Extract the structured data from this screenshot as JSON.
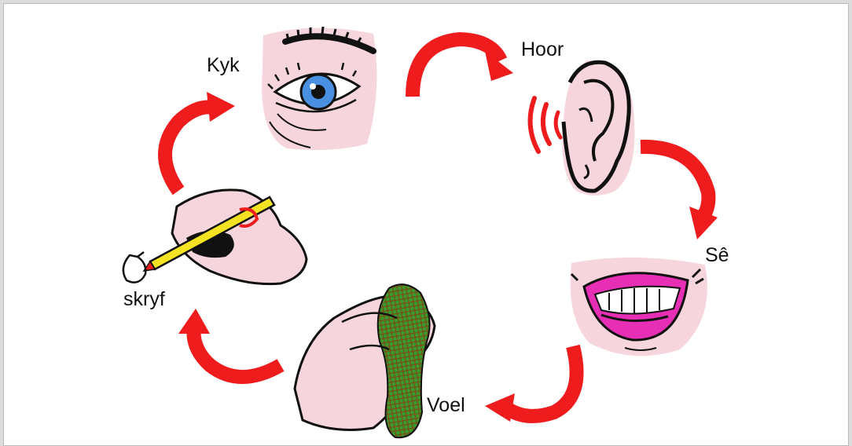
{
  "diagram": {
    "labels": {
      "kyk": "Kyk",
      "hoor": "Hoor",
      "se": "Sê",
      "voel": "Voel",
      "skryf": "skryf"
    },
    "colors": {
      "arrow": "#ee1c1c",
      "skin": "#f6d6dc",
      "iris": "#4a90e2",
      "lips": "#e62fb4",
      "cloth": "#3a9a2a",
      "pencil": "#f4e322",
      "outline": "#111111"
    },
    "steps": [
      {
        "id": "kyk",
        "icon": "eye-icon"
      },
      {
        "id": "hoor",
        "icon": "ear-icon"
      },
      {
        "id": "se",
        "icon": "mouth-icon"
      },
      {
        "id": "voel",
        "icon": "hand-touching-cloth-icon"
      },
      {
        "id": "skryf",
        "icon": "hand-writing-icon"
      }
    ]
  }
}
